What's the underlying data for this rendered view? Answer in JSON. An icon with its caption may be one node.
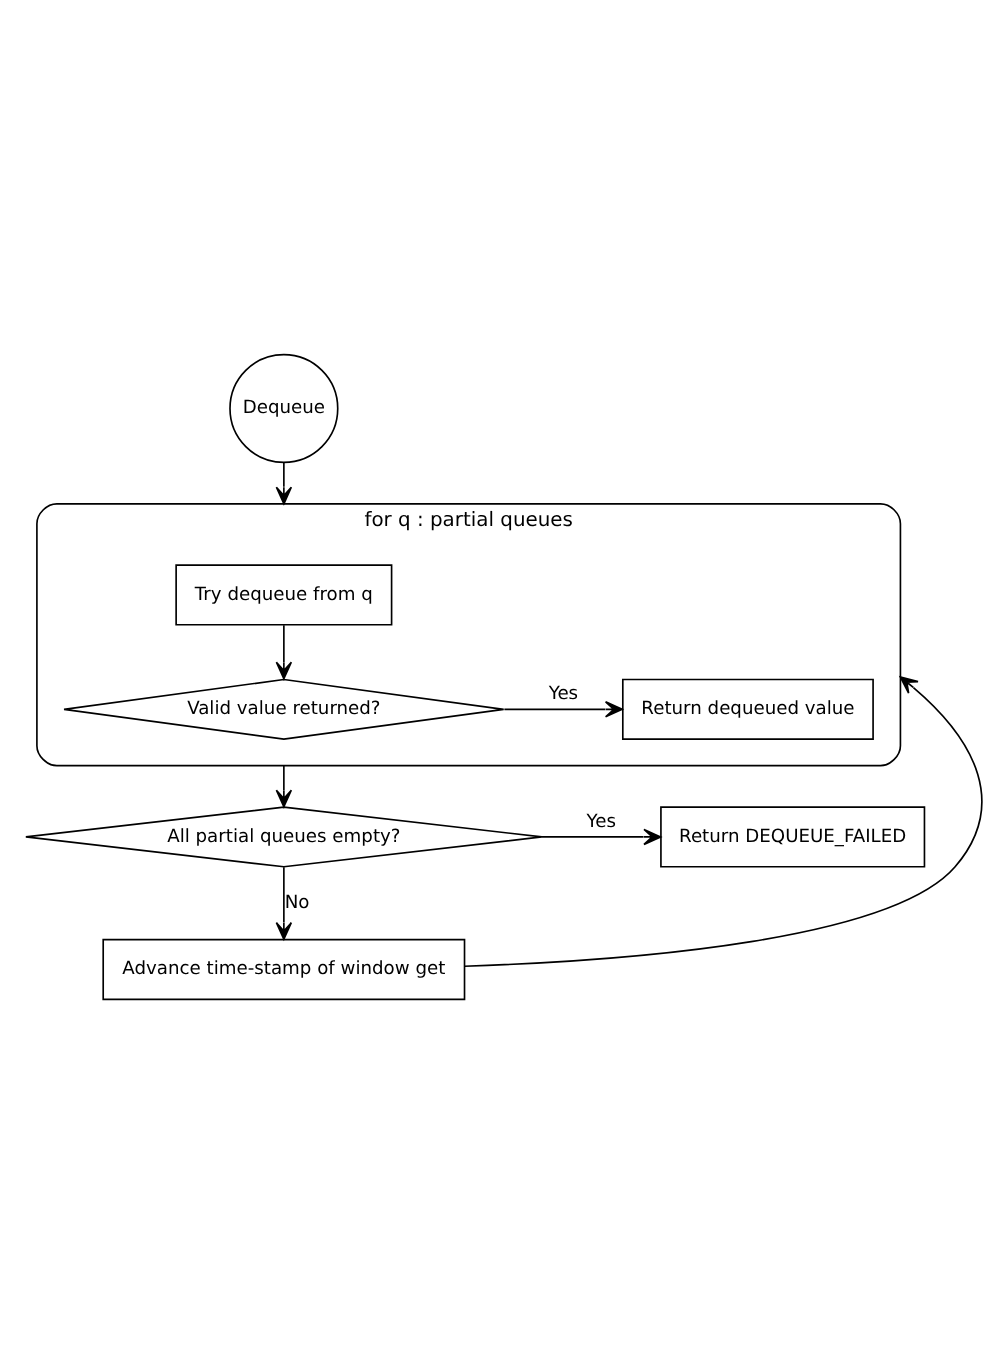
{
  "diagram": {
    "nodes": [
      {
        "text": [
          "Dequeue"
        ]
      },
      {
        "text": [
          "for q : partial queues"
        ]
      },
      {
        "text": [
          "Try dequeue from q"
        ],
        "in": 1
      },
      {
        "text": [
          "Valid value returned?"
        ],
        "in": 1
      },
      {
        "text": [
          "Return dequeued value"
        ],
        "in": 1
      },
      {
        "text": [
          "All partial queues empty?"
        ]
      },
      {
        "text": [
          "Return DEQUEUE_FAILED"
        ]
      },
      {
        "text": [
          "Advance time-stamp of window get"
        ]
      }
    ],
    "edges": [
      {
        "from": 0,
        "to": 1,
        "arrow": "to"
      },
      {
        "from": 2,
        "to": 3,
        "arrow": "to"
      },
      {
        "from": 3,
        "to": 4,
        "arrow": "to",
        "label": "Yes"
      },
      {
        "from": 1,
        "to": 5,
        "arrow": "to"
      },
      {
        "from": 5,
        "to": 6,
        "arrow": "to",
        "label": "Yes"
      },
      {
        "from": 5,
        "to": 7,
        "arrow": "to",
        "label": "No"
      },
      {
        "from": 7,
        "to": 1,
        "arrow": "to"
      }
    ]
  }
}
